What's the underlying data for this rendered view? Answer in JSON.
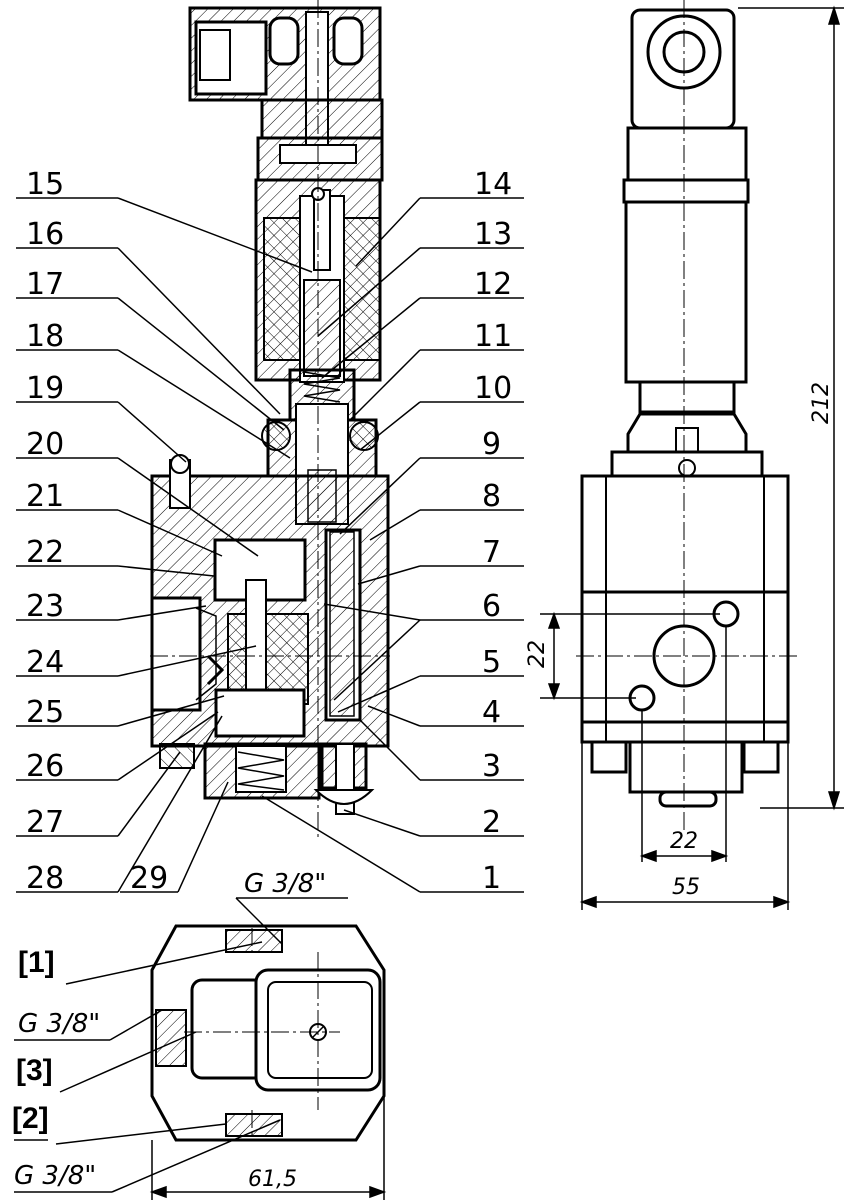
{
  "callouts_left": [
    "15",
    "16",
    "17",
    "18",
    "19",
    "20",
    "21",
    "22",
    "23",
    "24",
    "25",
    "26",
    "27",
    "28",
    "29"
  ],
  "callouts_right": [
    "14",
    "13",
    "12",
    "11",
    "10",
    "9",
    "8",
    "7",
    "6",
    "5",
    "4",
    "3",
    "2",
    "1"
  ],
  "port_labels": [
    "[1]",
    "[3]",
    "[2]"
  ],
  "thread_labels": [
    "G 3/8\"",
    "G 3/8\"",
    "G 3/8\""
  ],
  "dimensions": {
    "height_overall": "212",
    "port_spacing_vertical": "22",
    "port_spacing_horizontal": "22",
    "body_width": "55",
    "base_width": "61,5"
  }
}
